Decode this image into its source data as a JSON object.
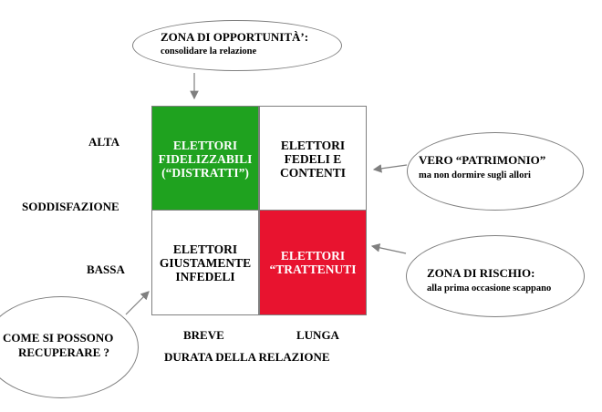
{
  "matrix": {
    "top_left": "ELETTORI\nFIDELIZZABILI\n(“DISTRATTI”)",
    "top_right": "ELETTORI\nFEDELI E\nCONTENTI",
    "bottom_left": "ELETTORI\nGIUSTAMENTE\nINFEDELI",
    "bottom_right": "ELETTORI\n“TRATTENUTI",
    "colors": {
      "green": "#1fa21f",
      "red": "#e8132f",
      "white": "#ffffff"
    }
  },
  "axes": {
    "y_high": "ALTA",
    "y_title": "SODDISFAZIONE",
    "y_low": "BASSA",
    "x_short": "BREVE",
    "x_long": "LUNGA",
    "x_title": "DURATA DELLA RELAZIONE"
  },
  "callouts": {
    "opportunity_title": "ZONA DI OPPORTUNITÀ’:",
    "opportunity_sub": "consolidare la relazione",
    "patrimony_title": "VERO “PATRIMONIO”",
    "patrimony_sub": "ma non dormire sugli allori",
    "risk_title": "ZONA DI RISCHIO:",
    "risk_sub": "alla prima occasione scappano",
    "recover_line1": "COME  SI POSSONO",
    "recover_line2": "RECUPERARE ?"
  }
}
